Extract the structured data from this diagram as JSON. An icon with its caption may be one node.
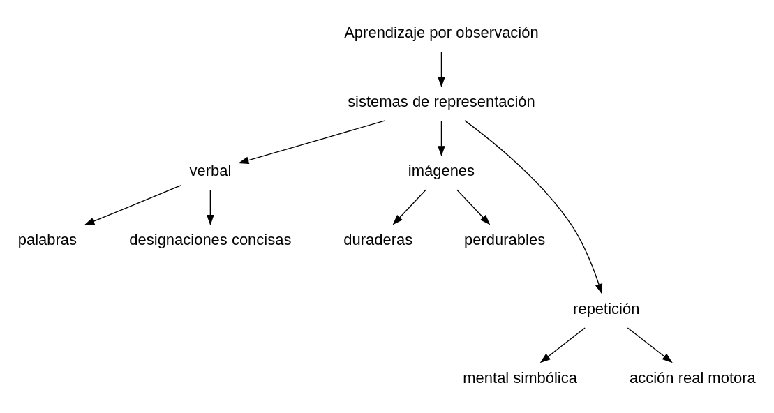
{
  "diagram": {
    "nodes": [
      {
        "text": [
          "Aprendizaje por observación"
        ]
      },
      {
        "text": [
          "sistemas de representación"
        ]
      },
      {
        "text": [
          "verbal"
        ]
      },
      {
        "text": [
          "imágenes"
        ]
      },
      {
        "text": [
          "palabras"
        ]
      },
      {
        "text": [
          "designaciones concisas"
        ]
      },
      {
        "text": [
          "duraderas"
        ]
      },
      {
        "text": [
          "perdurables"
        ]
      },
      {
        "text": [
          "repetición"
        ]
      },
      {
        "text": [
          "mental simbólica"
        ]
      },
      {
        "text": [
          "acción real motora"
        ]
      }
    ],
    "edges": [
      {
        "from": 0,
        "to": 1,
        "arrow": "to"
      },
      {
        "from": 1,
        "to": 2,
        "arrow": "to"
      },
      {
        "from": 1,
        "to": 8,
        "arrow": "to"
      },
      {
        "from": 1,
        "to": 3,
        "arrow": "to"
      },
      {
        "from": 2,
        "to": 4,
        "arrow": "to"
      },
      {
        "from": 2,
        "to": 5,
        "arrow": "to"
      },
      {
        "from": 3,
        "to": 6,
        "arrow": "to"
      },
      {
        "from": 3,
        "to": 7,
        "arrow": "to"
      },
      {
        "from": 8,
        "to": 9,
        "arrow": "to"
      },
      {
        "from": 8,
        "to": 10,
        "arrow": "to"
      }
    ]
  }
}
